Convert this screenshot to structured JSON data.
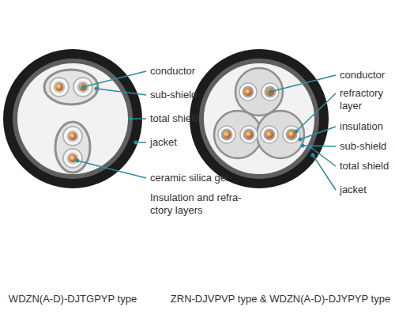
{
  "diagram": {
    "labels": [
      "conductor",
      "sub-shield",
      "total shield",
      "jacket",
      "ceramic silica gel",
      "Insulation and refra- ctory layers",
      "conductor",
      "refractory layer",
      "insulation",
      "sub-shield",
      "total shield",
      "jacket",
      "WDZN(A-D)-DJTGPYP type",
      "ZRN-DJVPVP type & WDZN(A-D)-DJYPYP type"
    ]
  }
}
